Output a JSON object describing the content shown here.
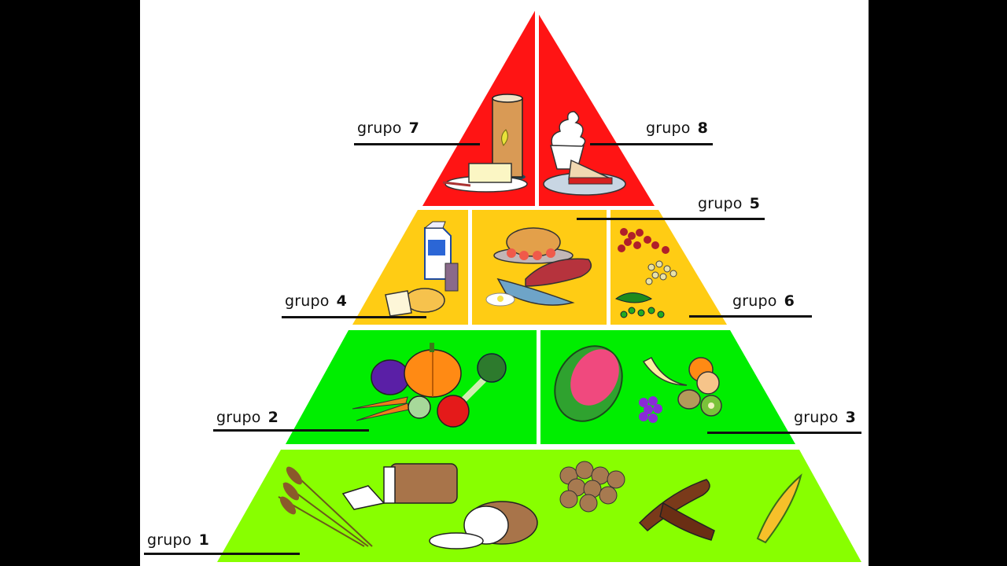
{
  "diagram": {
    "type": "food-pyramid",
    "colors": {
      "top_tier": "#ff1414",
      "upper_middle_tier": "#ffcc14",
      "lower_middle_tier": "#00ee00",
      "base_tier": "#88ff00",
      "background": "#ffffff",
      "letterbox": "#000000"
    },
    "tiers": [
      {
        "level": 1,
        "position": "base",
        "groups": [
          {
            "label": "grupo",
            "number": "1",
            "foods": [
              "wheat",
              "sliced bread loaf",
              "round bread",
              "potatoes",
              "cassava",
              "corn"
            ]
          }
        ]
      },
      {
        "level": 2,
        "position": "lower-middle",
        "groups": [
          {
            "label": "grupo",
            "number": "2",
            "foods": [
              "eggplant",
              "pumpkin",
              "broccoli",
              "carrots",
              "cabbage",
              "tomato"
            ]
          },
          {
            "label": "grupo",
            "number": "3",
            "foods": [
              "watermelon",
              "banana",
              "orange",
              "grapes",
              "kiwi"
            ]
          }
        ]
      },
      {
        "level": 3,
        "position": "upper-middle",
        "groups": [
          {
            "label": "grupo",
            "number": "4",
            "foods": [
              "milk carton",
              "glass of milk",
              "cheese"
            ]
          },
          {
            "label": "grupo",
            "number": "5",
            "foods": [
              "roast chicken",
              "meat",
              "fish",
              "egg"
            ]
          },
          {
            "label": "grupo",
            "number": "6",
            "foods": [
              "beans",
              "chickpeas",
              "peas"
            ]
          }
        ]
      },
      {
        "level": 4,
        "position": "top",
        "groups": [
          {
            "label": "grupo",
            "number": "7",
            "foods": [
              "oil can",
              "butter"
            ]
          },
          {
            "label": "grupo",
            "number": "8",
            "foods": [
              "ice cream",
              "pie slice"
            ]
          }
        ]
      }
    ],
    "labels": {
      "g1": {
        "word": "grupo",
        "num": "1"
      },
      "g2": {
        "word": "grupo",
        "num": "2"
      },
      "g3": {
        "word": "grupo",
        "num": "3"
      },
      "g4": {
        "word": "grupo",
        "num": "4"
      },
      "g5": {
        "word": "grupo",
        "num": "5"
      },
      "g6": {
        "word": "grupo",
        "num": "6"
      },
      "g7": {
        "word": "grupo",
        "num": "7"
      },
      "g8": {
        "word": "grupo",
        "num": "8"
      }
    }
  }
}
